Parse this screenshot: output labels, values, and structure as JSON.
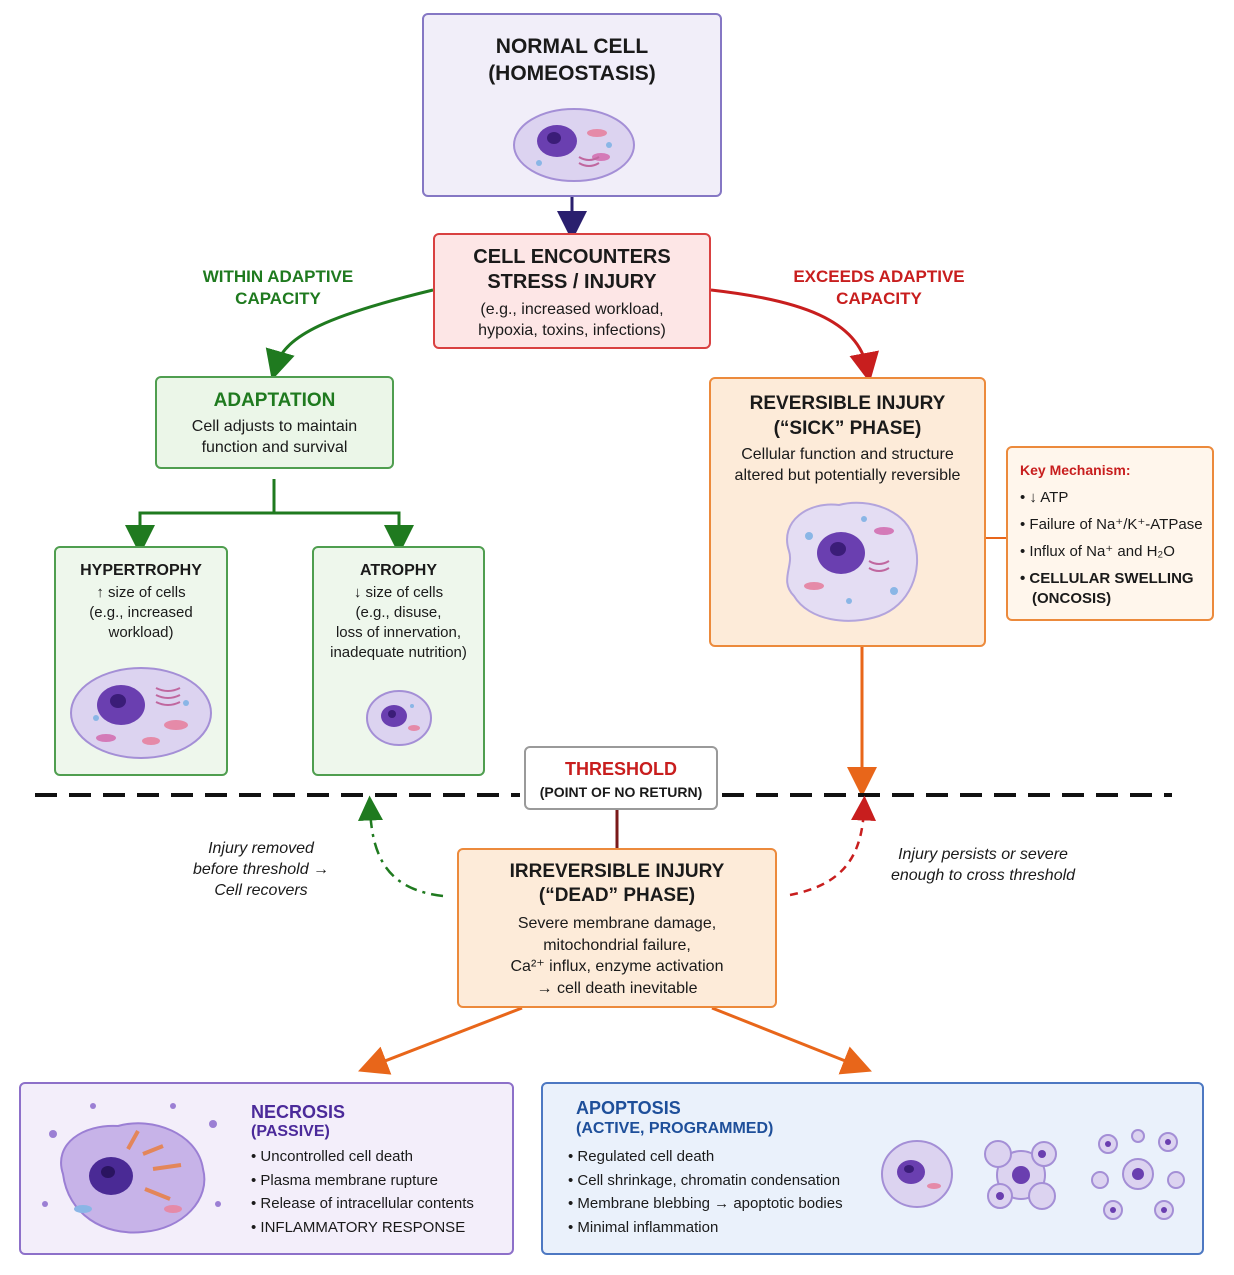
{
  "normal": {
    "title1": "NORMAL CELL",
    "title2": "(HOMEOSTASIS)"
  },
  "stress": {
    "title1": "CELL ENCOUNTERS",
    "title2": "STRESS / INJURY",
    "desc1": "(e.g., increased workload,",
    "desc2": "hypoxia, toxins, infections)"
  },
  "within": {
    "line1": "WITHIN ADAPTIVE",
    "line2": "CAPACITY"
  },
  "exceeds": {
    "line1": "EXCEEDS ADAPTIVE",
    "line2": "CAPACITY"
  },
  "adaptation": {
    "title": "ADAPTATION",
    "desc1": "Cell adjusts to maintain",
    "desc2": "function and survival"
  },
  "hypertrophy": {
    "title": "HYPERTROPHY",
    "l1": "↑ size of cells",
    "l2": "(e.g., increased",
    "l3": "workload)"
  },
  "atrophy": {
    "title": "ATROPHY",
    "l1": "↓ size of cells",
    "l2": "(e.g., disuse,",
    "l3": "loss of innervation,",
    "l4": "inadequate nutrition)"
  },
  "reversible": {
    "title1": "REVERSIBLE INJURY",
    "title2": "(“SICK” PHASE)",
    "desc1": "Cellular function and structure",
    "desc2": "altered but potentially reversible"
  },
  "mechanism": {
    "title": "Key Mechanism:",
    "i1": "↓ ATP",
    "i2": "Failure of Na⁺/K⁺-ATPase",
    "i3": "Influx of Na⁺ and H₂O",
    "i4": "CELLULAR SWELLING",
    "i5": "(ONCOSIS)"
  },
  "threshold": {
    "title": "THRESHOLD",
    "sub": "(POINT OF NO RETURN)"
  },
  "recover": {
    "l1": "Injury removed",
    "l2": "before threshold →",
    "l3": "Cell recovers"
  },
  "persist": {
    "l1": "Injury persists or severe",
    "l2": "enough to cross threshold"
  },
  "irreversible": {
    "title1": "IRREVERSIBLE INJURY",
    "title2": "(“DEAD” PHASE)",
    "d1": "Severe membrane damage,",
    "d2": "mitochondrial failure,",
    "d3": "Ca²⁺ influx, enzyme activation",
    "d4": "→ cell death inevitable"
  },
  "necrosis": {
    "title": "NECROSIS",
    "sub": "(PASSIVE)",
    "items": [
      "Uncontrolled cell death",
      "Plasma membrane rupture",
      "Release of intracellular contents",
      "INFLAMMATORY RESPONSE"
    ]
  },
  "apoptosis": {
    "title": "APOPTOSIS",
    "sub": "(ACTIVE, PROGRAMMED)",
    "items": [
      "Regulated cell death",
      "Cell shrinkage, chromatin condensation",
      "Membrane blebbing → apoptotic bodies",
      "Minimal inflammation"
    ]
  },
  "colors": {
    "green": "#1f7a1f",
    "red": "#c81e1e",
    "orange": "#e8661a",
    "navy": "#2a1f6e",
    "purple": "#4b2a9a",
    "blue": "#1e4f9a"
  }
}
